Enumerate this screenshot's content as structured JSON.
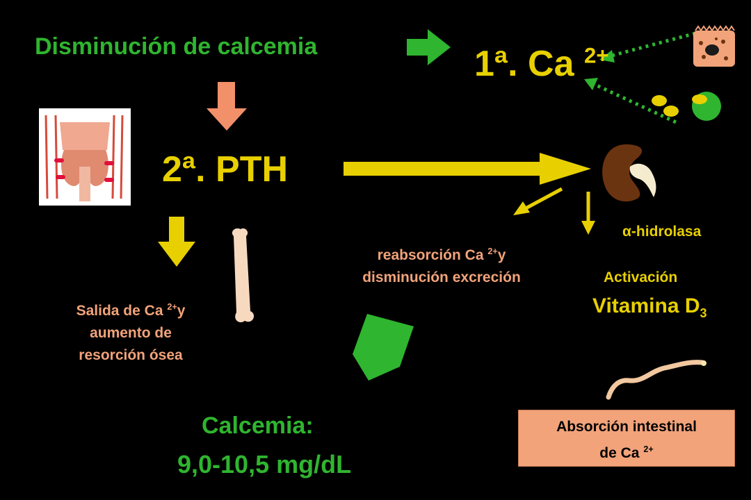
{
  "title": "Disminución de calcemia",
  "step1": {
    "main": "1ª. Ca",
    "sup": "2+"
  },
  "step2": "2ª. PTH",
  "bone_effect": {
    "line1a": "Salida de Ca ",
    "line1sup": "2+",
    "line1b": "y",
    "line2": "aumento de",
    "line3": "resorción ósea"
  },
  "kidney_effect": {
    "line1a": "reabsorción Ca ",
    "line1sup": "2+",
    "line1b": "y",
    "line2": "disminución excreción"
  },
  "enzyme": {
    "symbol": "α",
    "label": "-hidrolasa"
  },
  "activation": {
    "label": "Activación",
    "vitamin": "Vitamina D",
    "sub": "3"
  },
  "intestine": {
    "line1": "Absorción intestinal",
    "line2": "de Ca ",
    "sup": "2+"
  },
  "result": {
    "label": "Calcemia:",
    "range": "9,0-10,5 mg/dL"
  },
  "colors": {
    "green": "#2fb52f",
    "yellow": "#e8d000",
    "orange": "#f2a37a",
    "kidney": "#6b3410"
  }
}
